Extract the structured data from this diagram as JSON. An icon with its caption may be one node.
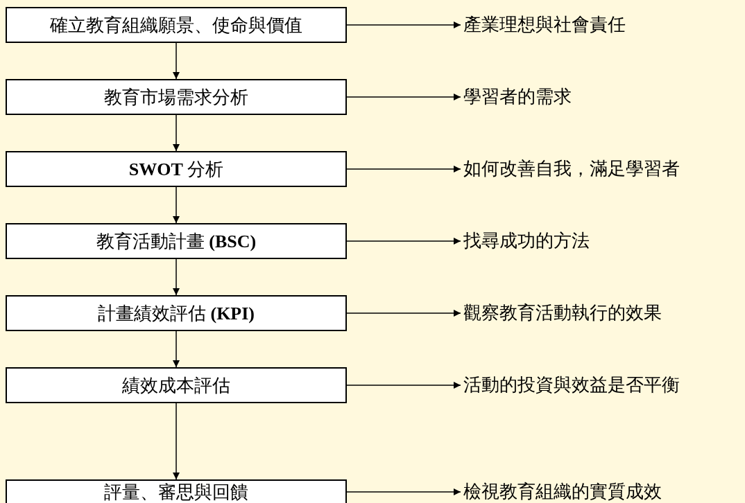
{
  "diagram": {
    "nodes": [
      {
        "text": [
          "確立教育組織願景、使命與價值"
        ]
      },
      {
        "text": [
          "產業理想與社會責任"
        ]
      },
      {
        "text": [
          "教育市場需求分析"
        ]
      },
      {
        "text": [
          "學習者的需求"
        ]
      },
      {
        "text": [
          "**SWOT** 分析"
        ]
      },
      {
        "text": [
          "如何改善自我，滿足學習者"
        ]
      },
      {
        "text": [
          "教育活動計畫 **(BSC)**"
        ]
      },
      {
        "text": [
          "找尋成功的方法"
        ]
      },
      {
        "text": [
          "計畫績效評估 **(KPI)**"
        ]
      },
      {
        "text": [
          "觀察教育活動執行的效果"
        ]
      },
      {
        "text": [
          "績效成本評估"
        ]
      },
      {
        "text": [
          "活動的投資與效益是否平衡"
        ]
      },
      {
        "text": [
          "評量、審思與回饋"
        ]
      },
      {
        "text": [
          "檢視教育組織的實質成效"
        ]
      }
    ],
    "edges": [
      {
        "from": 0,
        "to": 1,
        "arrow": "to"
      },
      {
        "from": 0,
        "to": 2,
        "arrow": "to"
      },
      {
        "from": 2,
        "to": 3,
        "arrow": "to"
      },
      {
        "from": 2,
        "to": 4,
        "arrow": "to"
      },
      {
        "from": 4,
        "to": 5,
        "arrow": "to"
      },
      {
        "from": 4,
        "to": 6,
        "arrow": "to"
      },
      {
        "from": 6,
        "to": 7,
        "arrow": "to"
      },
      {
        "from": 6,
        "to": 8,
        "arrow": "to"
      },
      {
        "from": 8,
        "to": 9,
        "arrow": "to"
      },
      {
        "from": 8,
        "to": 10,
        "arrow": "to"
      },
      {
        "from": 10,
        "to": 11,
        "arrow": "to"
      },
      {
        "from": 10,
        "to": 12,
        "arrow": "to"
      },
      {
        "from": 12,
        "to": 13,
        "arrow": "to"
      }
    ]
  }
}
